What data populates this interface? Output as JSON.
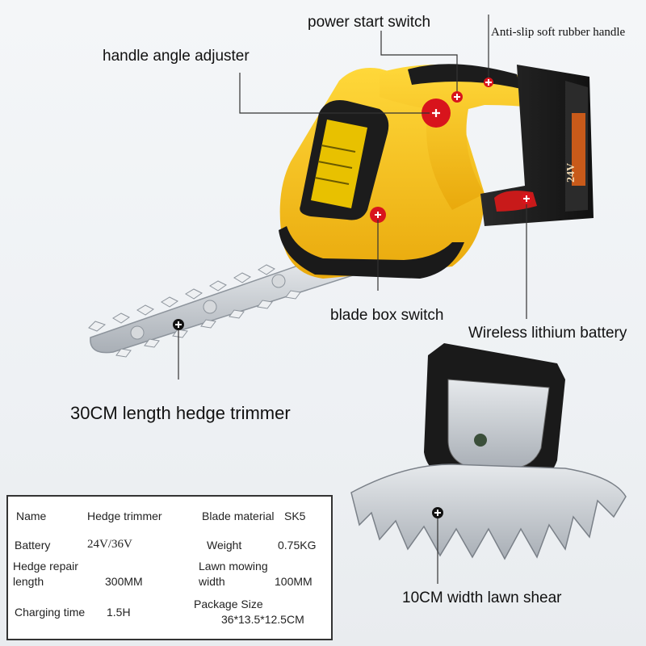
{
  "callouts": {
    "power_start_switch": "power start switch",
    "anti_slip_handle": "Anti-slip soft rubber handle",
    "handle_angle_adjuster": "handle angle adjuster",
    "blade_box_switch": "blade box switch",
    "wireless_battery": "Wireless lithium battery",
    "hedge_trimmer_length": "30CM length hedge trimmer",
    "lawn_shear_width": "10CM width lawn shear"
  },
  "battery_label": "24V",
  "specs": {
    "name_label": "Name",
    "name_value": "Hedge trimmer",
    "blade_label": "Blade material",
    "blade_value": "SK5",
    "battery_label": "Battery",
    "battery_value": "24V/36V",
    "weight_label": "Weight",
    "weight_value": "0.75KG",
    "hedge_label_1": "Hedge repair",
    "hedge_label_2": "length",
    "hedge_value": "300MM",
    "lawn_label_1": "Lawn mowing",
    "lawn_label_2": "width",
    "lawn_value": "100MM",
    "charging_label": "Charging time",
    "charging_value": "1.5H",
    "package_label": "Package Size",
    "package_value": "36*13.5*12.5CM"
  },
  "colors": {
    "body_yellow": "#f5c21a",
    "body_black": "#1c1c1c",
    "marker_red": "#d8141c",
    "blade_silver": "#c9ced4"
  }
}
